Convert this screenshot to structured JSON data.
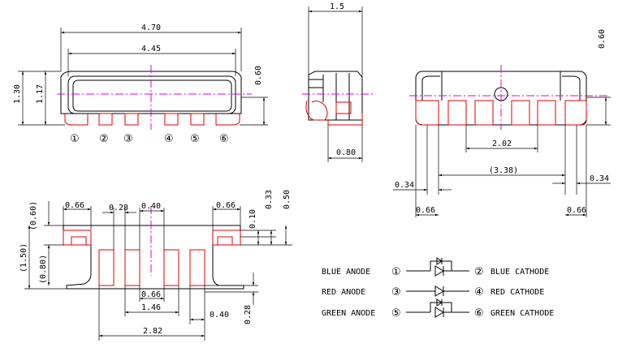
{
  "front_view": {
    "dims": {
      "overall_length": "4.70",
      "inner_length": "4.45",
      "overall_height": "1.30",
      "inner_height": "1.17",
      "top_offset": "0.60"
    },
    "pins": [
      "①",
      "②",
      "③",
      "④",
      "⑤",
      "⑥"
    ]
  },
  "side_view": {
    "dims": {
      "width": "1.5",
      "pad": "0.80"
    }
  },
  "back_view": {
    "dims": {
      "height": "0.60",
      "center_pitch": "2.02",
      "span": "(3.38)",
      "left_pad": "0.34",
      "right_pad": "0.34",
      "left_foot": "0.66",
      "right_foot": "0.66"
    }
  },
  "footprint": {
    "dims": {
      "h060": "(0.60)",
      "h150": "(1.50)",
      "h080": "(0.80)",
      "w066_l": "0.66",
      "w028": "0.28",
      "w040_t": "0.40",
      "w066_r": "0.66",
      "v033": "0.33",
      "v010": "0.10",
      "v050": "0.50",
      "w066_b": "0.66",
      "w146": "1.46",
      "w040_b": "0.40",
      "v028": "0.28",
      "w282": "2.82"
    }
  },
  "legend": [
    {
      "anode": "BLUE ANODE",
      "pin_a": "①",
      "pin_c": "②",
      "cathode": "BLUE CATHODE",
      "zener": true
    },
    {
      "anode": "RED ANODE",
      "pin_a": "③",
      "pin_c": "④",
      "cathode": "RED CATHODE",
      "zener": false
    },
    {
      "anode": "GREEN ANODE",
      "pin_a": "⑤",
      "pin_c": "⑥",
      "cathode": "GREEN CATHODE",
      "zener": true
    }
  ]
}
